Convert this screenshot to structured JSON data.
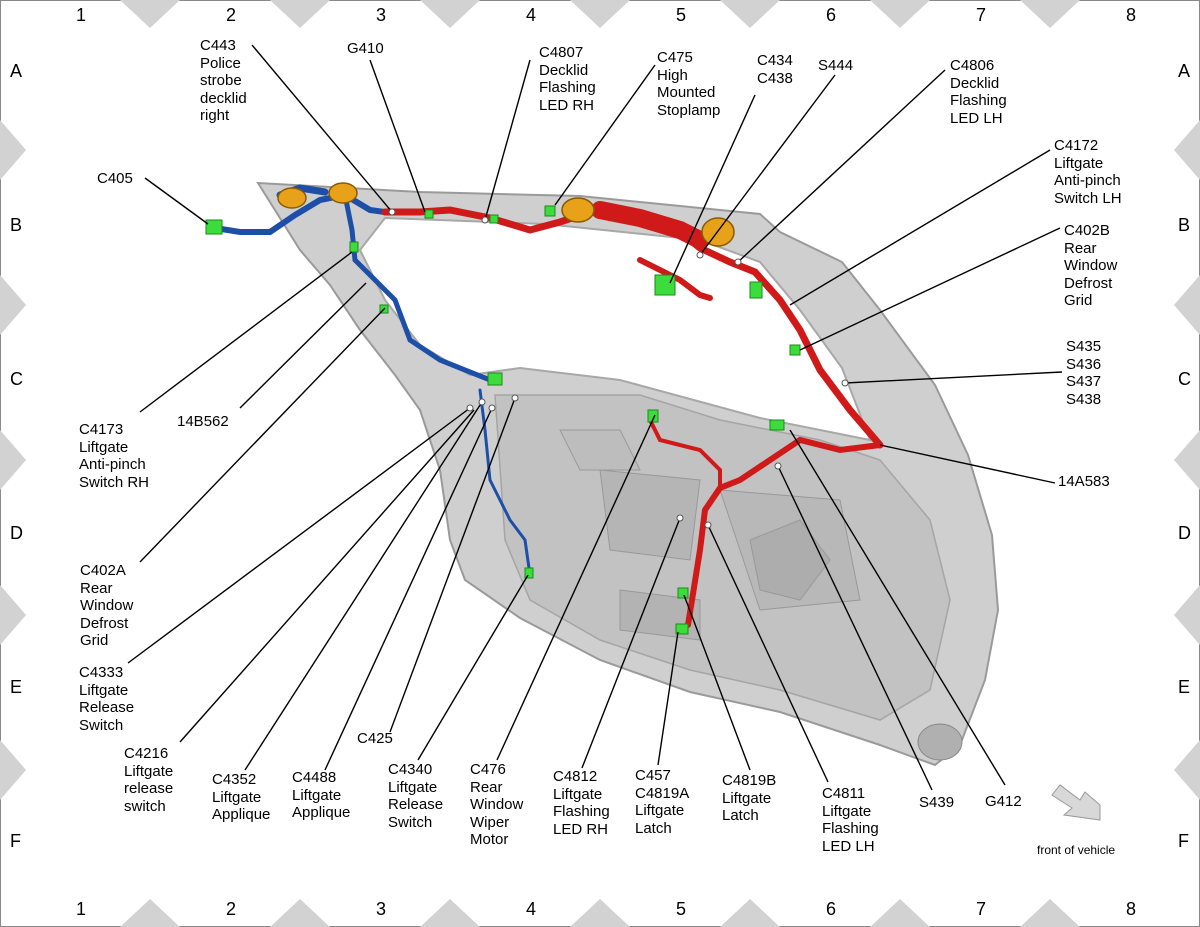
{
  "grid": {
    "columns": [
      "1",
      "2",
      "3",
      "4",
      "5",
      "6",
      "7",
      "8"
    ],
    "rows": [
      "A",
      "B",
      "C",
      "D",
      "E",
      "F"
    ]
  },
  "colors": {
    "harness_blue": "#1d4fa8",
    "harness_red": "#d01a1a",
    "connector_green": "#3cdc3c",
    "body_gray": "#c8c8c8",
    "grommet_orange": "#e8a21a"
  },
  "labels": [
    {
      "id": "c443",
      "text": "C443\nPolice\nstrobe\ndecklid\nright"
    },
    {
      "id": "g410",
      "text": "G410"
    },
    {
      "id": "c4807",
      "text": "C4807\nDecklid\nFlashing\nLED RH"
    },
    {
      "id": "c475",
      "text": "C475\nHigh\nMounted\nStoplamp"
    },
    {
      "id": "c434",
      "text": "C434\nC438"
    },
    {
      "id": "s444",
      "text": "S444"
    },
    {
      "id": "c4806",
      "text": "C4806\nDecklid\nFlashing\nLED LH"
    },
    {
      "id": "c405",
      "text": "C405"
    },
    {
      "id": "c4172",
      "text": "C4172\nLiftgate\nAnti-pinch\nSwitch LH"
    },
    {
      "id": "c402b",
      "text": "C402B\nRear\nWindow\nDefrost\nGrid"
    },
    {
      "id": "s435",
      "text": "S435\nS436\nS437\nS438"
    },
    {
      "id": "c4173",
      "text": "C4173\nLiftgate\nAnti-pinch\nSwitch RH"
    },
    {
      "id": "14b562",
      "text": "14B562"
    },
    {
      "id": "14a583",
      "text": "14A583"
    },
    {
      "id": "c402a",
      "text": "C402A\nRear\nWindow\nDefrost\nGrid"
    },
    {
      "id": "c4333",
      "text": "C4333\nLiftgate\nRelease\nSwitch"
    },
    {
      "id": "c4216",
      "text": "C4216\nLiftgate\nrelease\nswitch"
    },
    {
      "id": "c4352",
      "text": "C4352\nLiftgate\nApplique"
    },
    {
      "id": "c4488",
      "text": "C4488\nLiftgate\nApplique"
    },
    {
      "id": "c425",
      "text": "C425"
    },
    {
      "id": "c4340",
      "text": "C4340\nLiftgate\nRelease\nSwitch"
    },
    {
      "id": "c476",
      "text": "C476\nRear\nWindow\nWiper\nMotor"
    },
    {
      "id": "c4812",
      "text": "C4812\nLiftgate\nFlashing\nLED RH"
    },
    {
      "id": "c457",
      "text": "C457\nC4819A\nLiftgate\nLatch"
    },
    {
      "id": "c4819b",
      "text": "C4819B\nLiftgate\nLatch"
    },
    {
      "id": "c4811",
      "text": "C4811\nLiftgate\nFlashing\nLED LH"
    },
    {
      "id": "s439",
      "text": "S439"
    },
    {
      "id": "g412",
      "text": "G412"
    }
  ],
  "front_of_vehicle": "front of vehicle"
}
